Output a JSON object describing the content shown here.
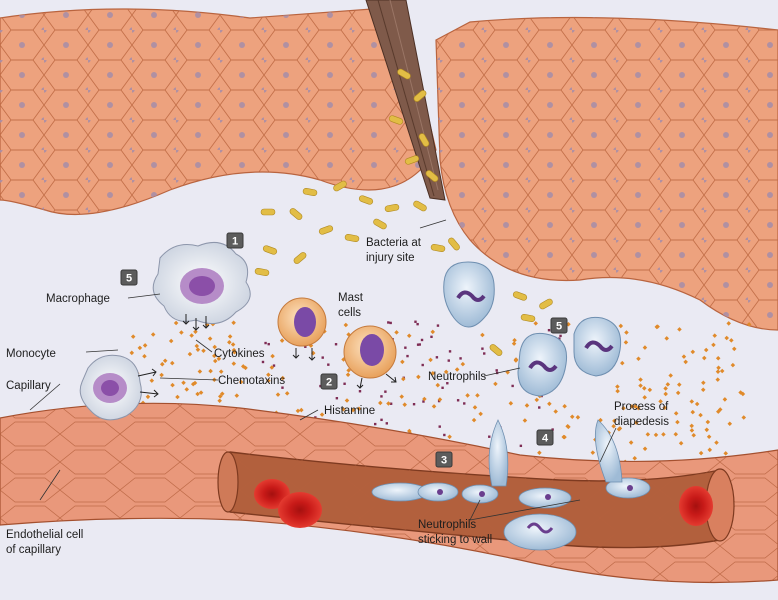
{
  "labels": {
    "bacteria": [
      "Bacteria at",
      "injury site"
    ],
    "macrophage": "Macrophage",
    "mast_cells": [
      "Mast",
      "cells"
    ],
    "monocyte": "Monocyte",
    "cytokines": "Cytokines",
    "capillary": "Capillary",
    "chemotaxins": "Chemotaxins",
    "histamine": "Histamine",
    "neutrophils": "Neutrophils",
    "diapedesis": [
      "Process of",
      "diapedesis"
    ],
    "neutrophils_sticking": [
      "Neutrophils",
      "sticking to wall"
    ],
    "endothelial": [
      "Endothelial cell",
      "of capillary"
    ]
  },
  "step_numbers": {
    "s1": "1",
    "s2": "2",
    "s3": "3",
    "s4": "4",
    "s5a": "5",
    "s5b": "5"
  },
  "colors": {
    "tissue": "#eda27e",
    "tissue_line": "#b9643f",
    "interstitial": "#e9e9f2",
    "bacteria": "#e2bd45",
    "rbc": "#d8211e",
    "neutrophil": "#c5d8ea",
    "nucleus": "#6a3e8e",
    "mast": "#f0b978",
    "chemotaxin": "#e08a2a",
    "histamine": "#7e2c54"
  }
}
